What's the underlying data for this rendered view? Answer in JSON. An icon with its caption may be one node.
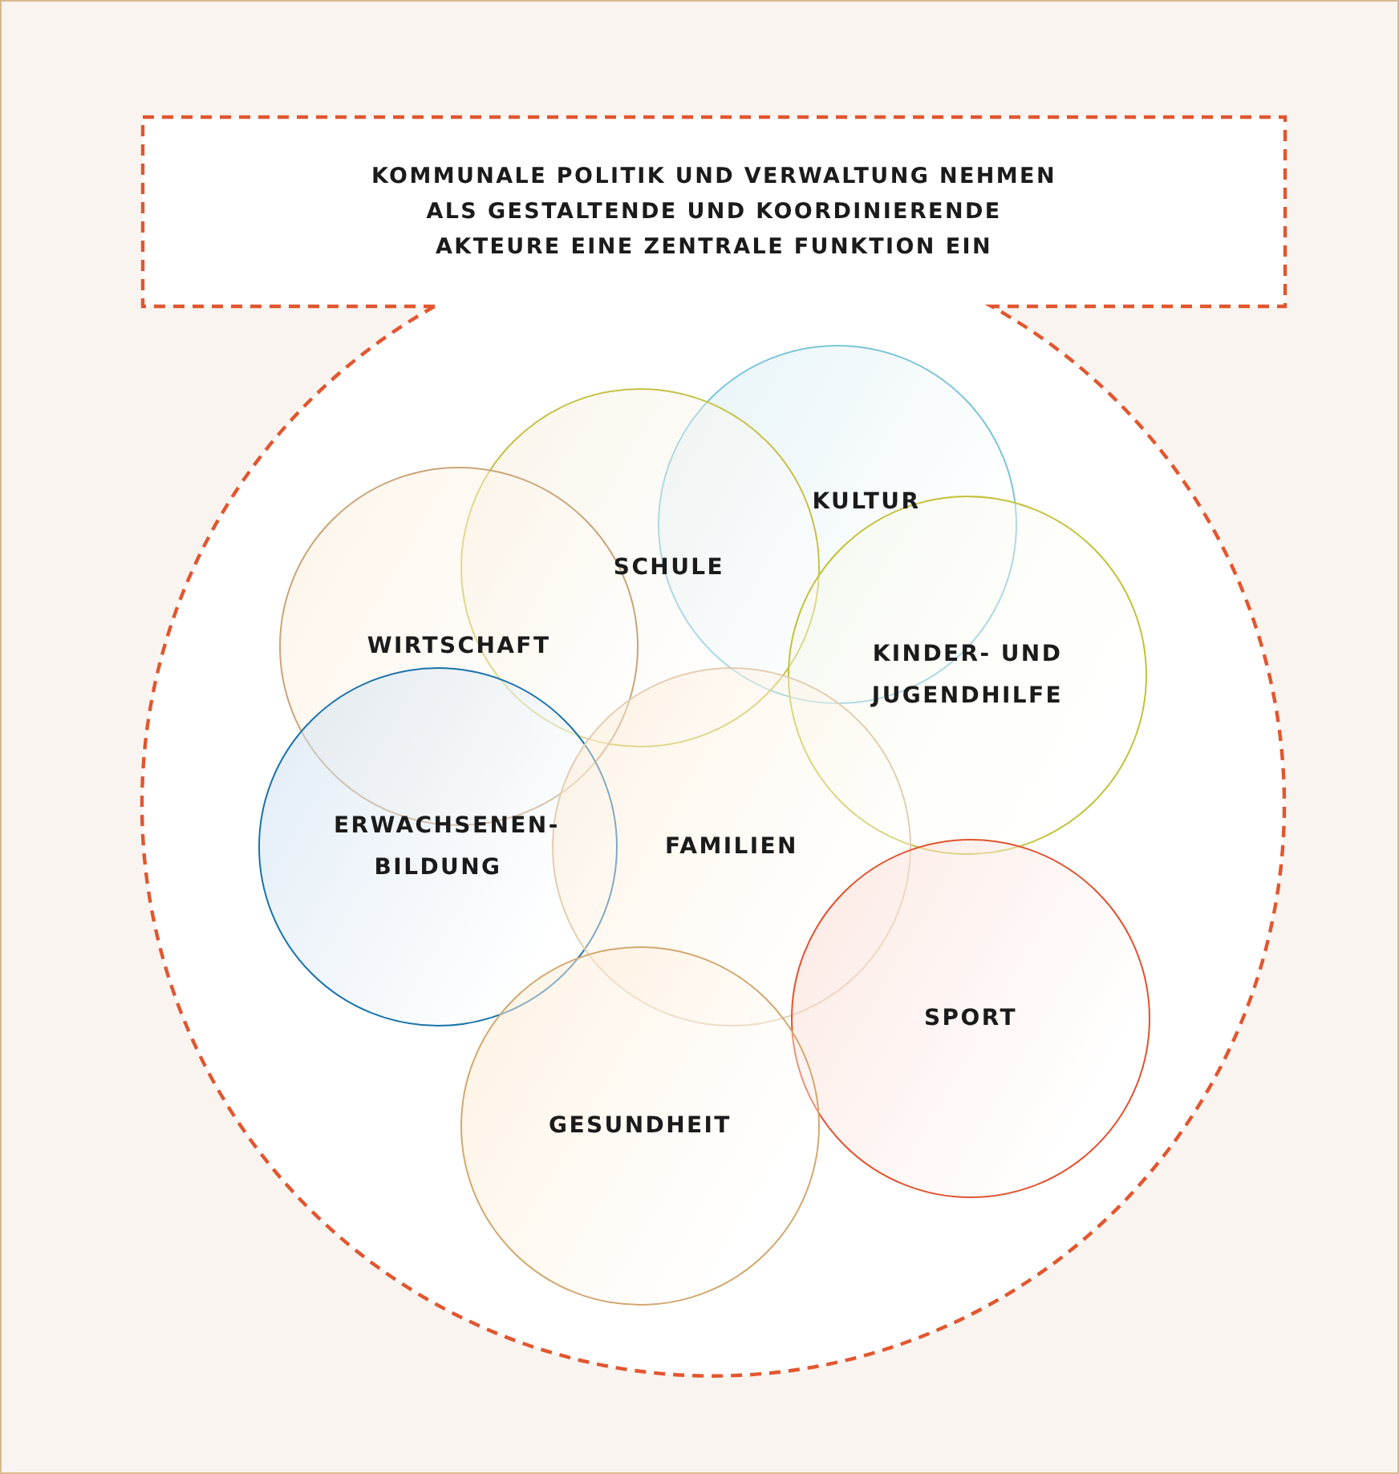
{
  "diagram": {
    "nodes": [
      {
        "text": [
          "KOMMUNALE POLITIK UND VERWALTUNG NEHMEN ALS GESTALTENDE UND KOORDINIERENDE AKTEURE EINE ZENTRALE FUNKTION EIN"
        ]
      },
      {
        "text": [
          "KULTUR"
        ],
        "in": 0
      },
      {
        "text": [
          "SCHULE"
        ],
        "in": 0
      },
      {
        "text": [
          "WIRTSCHAFT"
        ],
        "in": 0
      },
      {
        "text": [
          "KINDER- UND JUGENDHILFE"
        ],
        "in": 0
      },
      {
        "text": [
          "ERWACHSENEN- BILDUNG"
        ],
        "in": 0
      },
      {
        "text": [
          "FAMILIEN"
        ],
        "in": 0
      },
      {
        "text": [
          "SPORT"
        ],
        "in": 0
      },
      {
        "text": [
          "GESUNDHEIT"
        ],
        "in": 0
      }
    ],
    "edges": []
  }
}
